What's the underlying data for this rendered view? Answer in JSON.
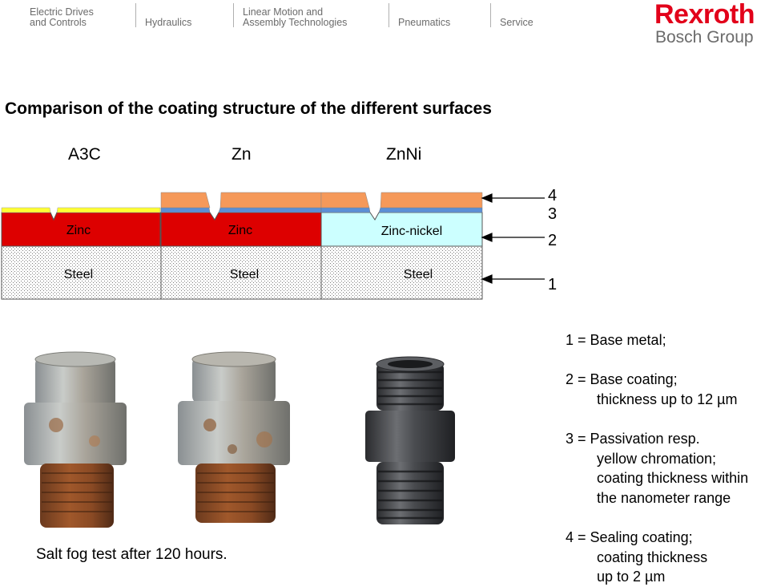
{
  "nav": {
    "items": [
      {
        "line1": "Electric Drives",
        "line2": "and Controls"
      },
      {
        "line1": "Hydraulics",
        "line2": ""
      },
      {
        "line1": "Linear Motion and",
        "line2": "Assembly Technologies"
      },
      {
        "line1": "Pneumatics",
        "line2": ""
      },
      {
        "line1": "Service",
        "line2": ""
      }
    ],
    "brand_line1": "Rexroth",
    "brand_line2": "Bosch Group",
    "brand_color": "#e2001a"
  },
  "title": "Comparison of the coating structure of the different surfaces",
  "columns": [
    {
      "heading": "A3C",
      "coating_label": "Zinc",
      "base_label": "Steel"
    },
    {
      "heading": "Zn",
      "coating_label": "Zinc",
      "base_label": "Steel"
    },
    {
      "heading": "ZnNi",
      "coating_label": "Zinc-nickel",
      "base_label": "Steel"
    }
  ],
  "layer_numbers": [
    "4",
    "3",
    "2",
    "1"
  ],
  "colors": {
    "zinc": "#dd0000",
    "zinc_nickel": "#ccffff",
    "sealing": "#f5995a",
    "passivation_yellow": "#ffff33",
    "passivation_blue": "#5b8fd6",
    "steel": "#e4e4e4"
  },
  "photo": {
    "caption": "Salt fog test after 120 hours.",
    "items": [
      "corroded-fitting-a3c",
      "corroded-fitting-zn",
      "clean-fitting-znni"
    ]
  },
  "legend": [
    {
      "lines": [
        "1 = Base metal;"
      ]
    },
    {
      "lines": [
        "2 = Base coating;",
        "thickness up to 12 µm"
      ]
    },
    {
      "lines": [
        "3 = Passivation resp.",
        "yellow chromation;",
        "coating thickness within",
        "the nanometer range"
      ]
    },
    {
      "lines": [
        "4 = Sealing coating;",
        "coating thickness",
        "up to 2 µm"
      ]
    }
  ]
}
